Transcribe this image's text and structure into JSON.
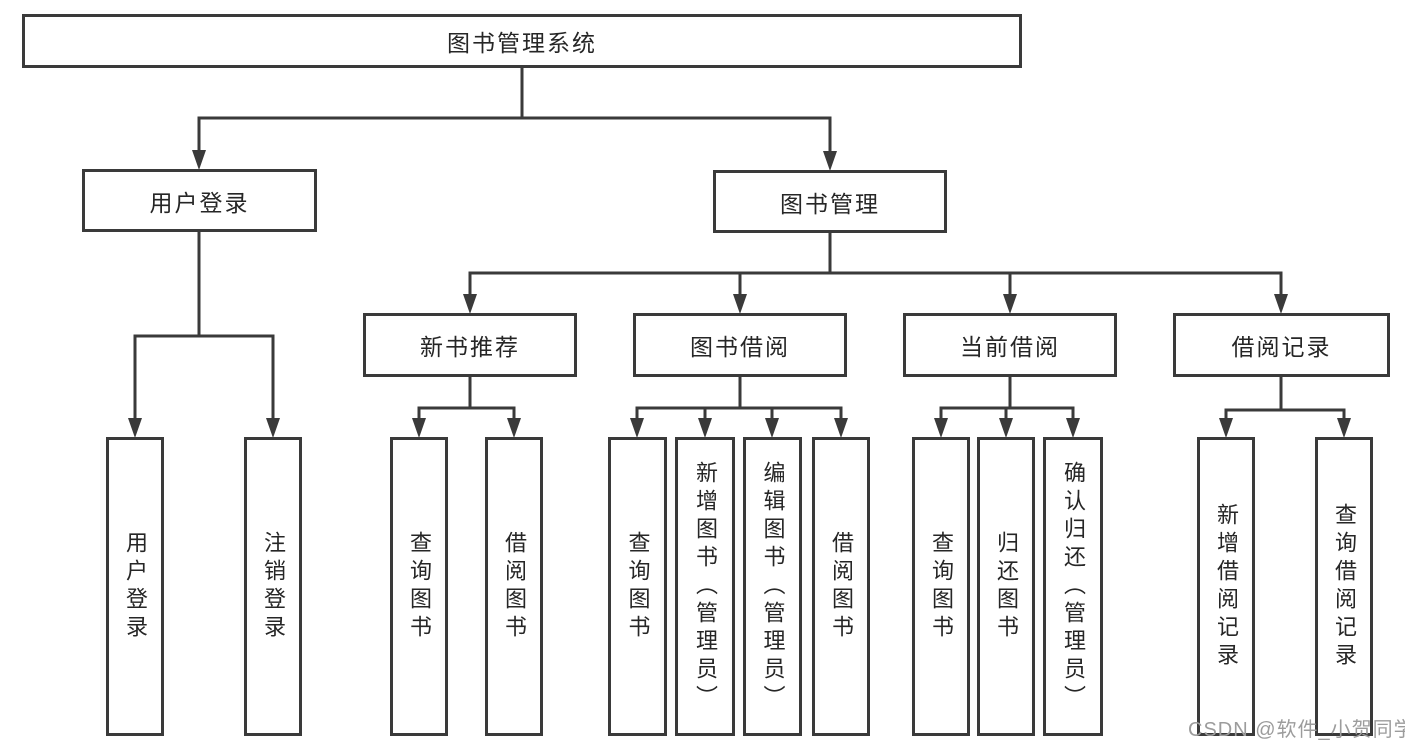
{
  "diagram": {
    "title": "图书管理系统",
    "root": {
      "label": "图书管理系统"
    },
    "branches": [
      {
        "label": "用户登录",
        "children": [
          {
            "label": "用户登录"
          },
          {
            "label": "注销登录"
          }
        ]
      },
      {
        "label": "图书管理",
        "children": [
          {
            "label": "新书推荐",
            "children": [
              {
                "label": "查询图书"
              },
              {
                "label": "借阅图书"
              }
            ]
          },
          {
            "label": "图书借阅",
            "children": [
              {
                "label": "查询图书"
              },
              {
                "label": "新增图书（管理员）"
              },
              {
                "label": "编辑图书（管理员）"
              },
              {
                "label": "借阅图书"
              }
            ]
          },
          {
            "label": "当前借阅",
            "children": [
              {
                "label": "查询图书"
              },
              {
                "label": "归还图书"
              },
              {
                "label": "确认归还（管理员）"
              }
            ]
          },
          {
            "label": "借阅记录",
            "children": [
              {
                "label": "新增借阅记录"
              },
              {
                "label": "查询借阅记录"
              }
            ]
          }
        ]
      }
    ]
  },
  "watermark": {
    "text": "CSDN @软件_小贺同学"
  },
  "colors": {
    "line": "#3a3a3a",
    "text": "#262626",
    "background": "#ffffff",
    "watermark": "#9c9c9c"
  }
}
